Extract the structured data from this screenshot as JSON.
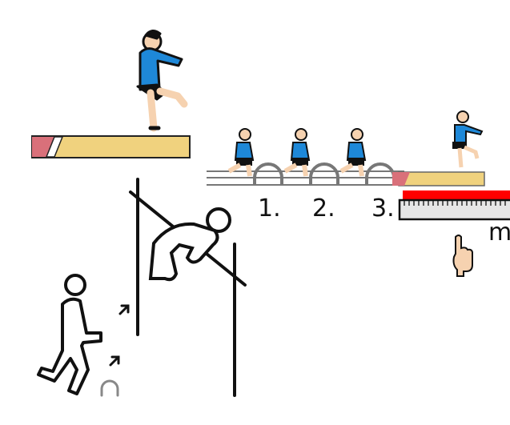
{
  "steps": [
    {
      "label": "1."
    },
    {
      "label": "2."
    },
    {
      "label": "3."
    }
  ],
  "unit_label": "m",
  "colors": {
    "shirt": "#1e88d8",
    "skin": "#f6d2b0",
    "sand": "#f0d27e",
    "board": "#d9707a",
    "tape": "#ff0000",
    "ruler": "#e6e6e6",
    "outline": "#111111"
  }
}
